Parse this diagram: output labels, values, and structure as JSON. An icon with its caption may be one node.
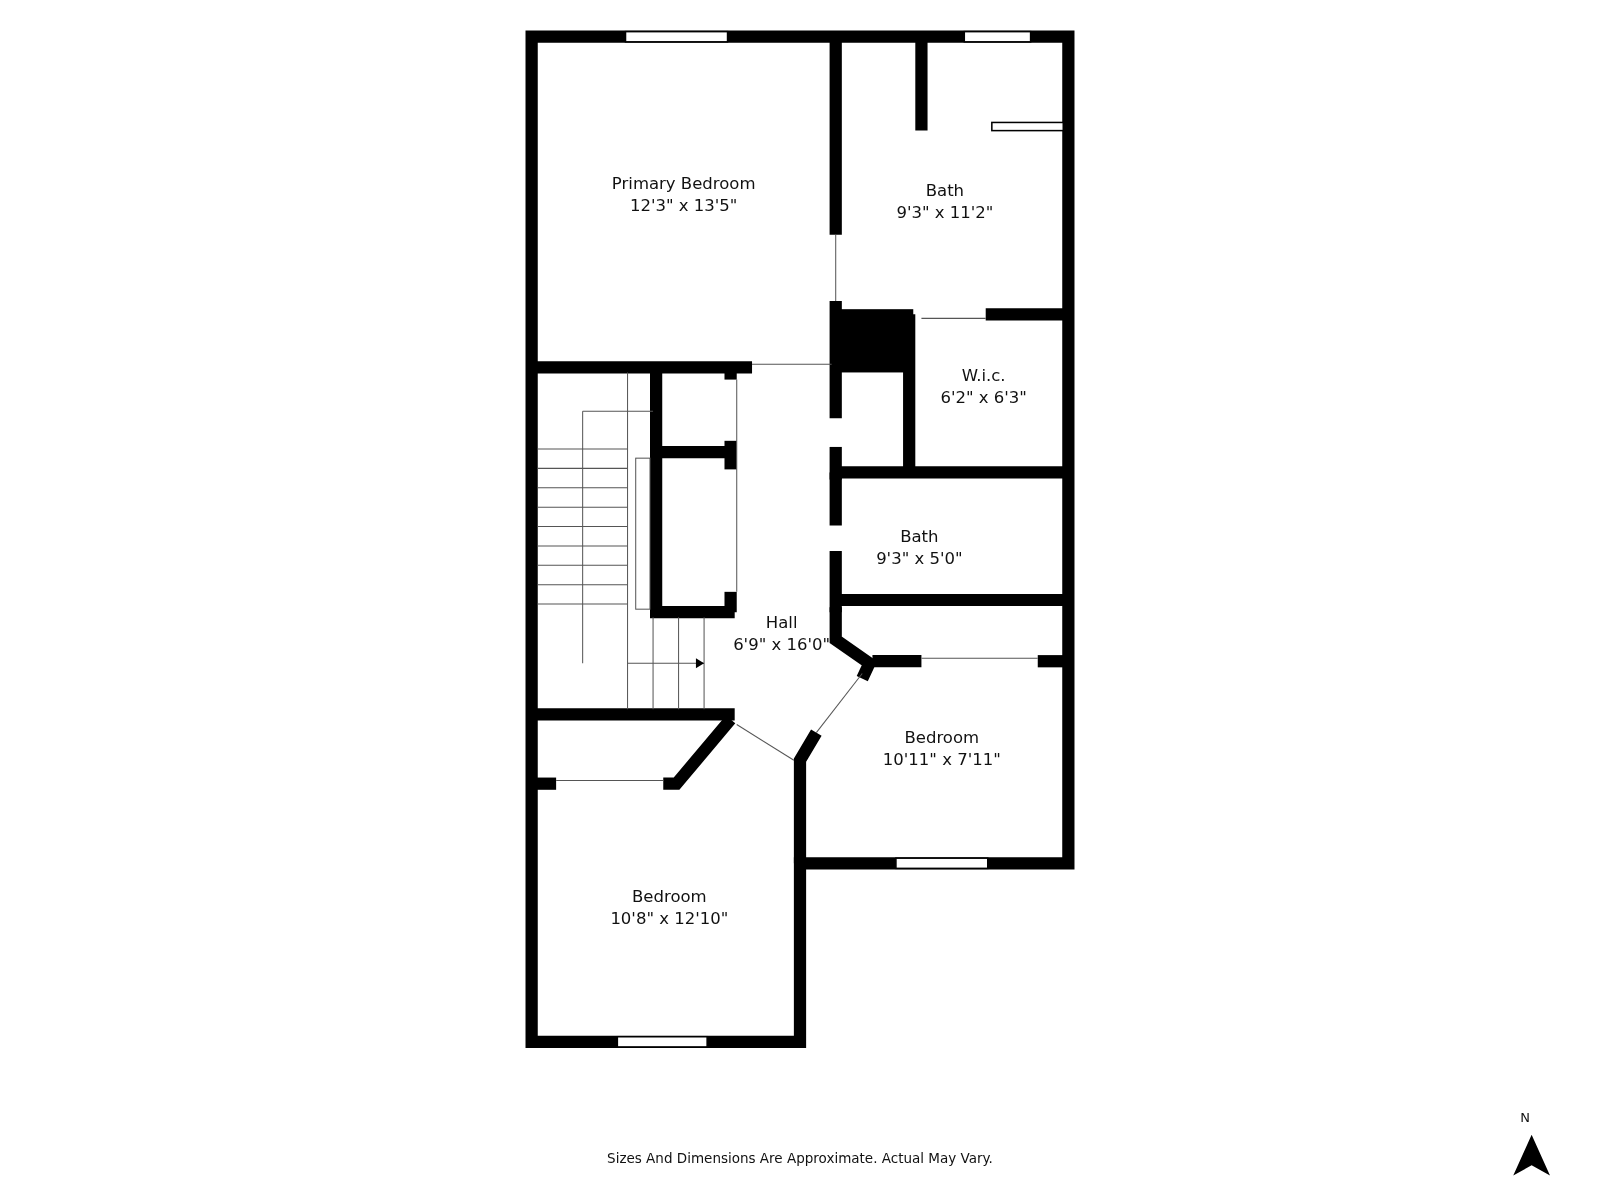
{
  "diagram": {
    "caption": "Sizes And Dimensions Are Approximate. Actual May Vary.",
    "nodes": [
      {
        "text": [
          "Primary Bedroom",
          "12'3\" x 13'5\""
        ]
      },
      {
        "text": [
          "Bath",
          "9'3\" x 11'2\""
        ]
      },
      {
        "text": [
          "W.i.c.",
          "6'2\" x 6'3\""
        ]
      },
      {
        "text": [
          "Bath",
          "9'3\" x 5'0\""
        ]
      },
      {
        "text": [
          "Hall",
          "6'9\" x 16'0\""
        ]
      },
      {
        "text": [
          "Bedroom",
          "10'11\" x 7'11\""
        ]
      },
      {
        "text": [
          "Bedroom",
          "10'8\" x 12'10\""
        ]
      }
    ],
    "labels": [
      "N"
    ]
  }
}
